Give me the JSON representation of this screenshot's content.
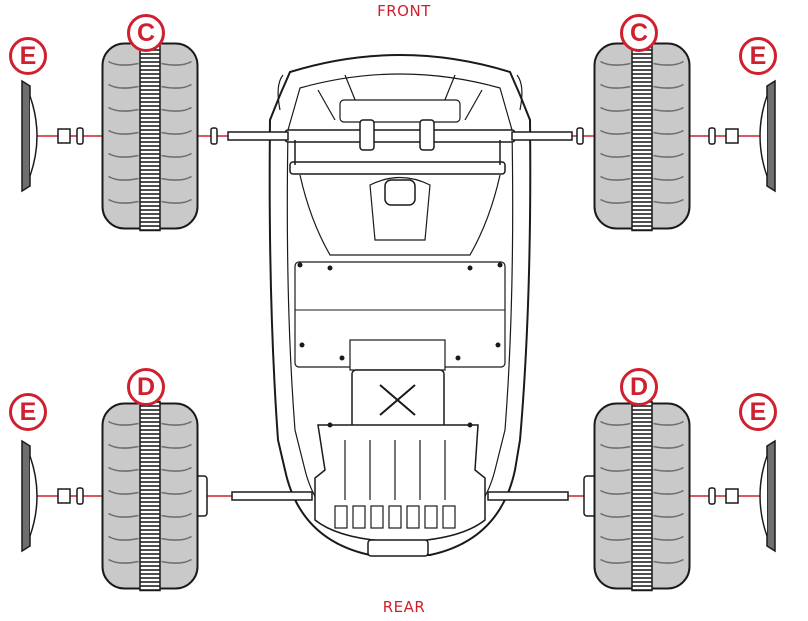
{
  "labels": {
    "front": "FRONT",
    "rear": "REAR"
  },
  "callouts": {
    "front_wheel": "C",
    "rear_wheel": "D",
    "hub_cap": "E"
  },
  "colors": {
    "accent": "#d0202f",
    "line": "#1a1a1a",
    "tire": "#c9c9c9",
    "tire_dark": "#6e6e6e",
    "body_fill": "#ffffff"
  },
  "icons": {
    "wheel": "tire-tread-icon",
    "hub_cap": "hub-cap-icon",
    "nut": "hex-nut-icon",
    "washer": "washer-icon",
    "vehicle": "ride-on-car-chassis-icon"
  }
}
